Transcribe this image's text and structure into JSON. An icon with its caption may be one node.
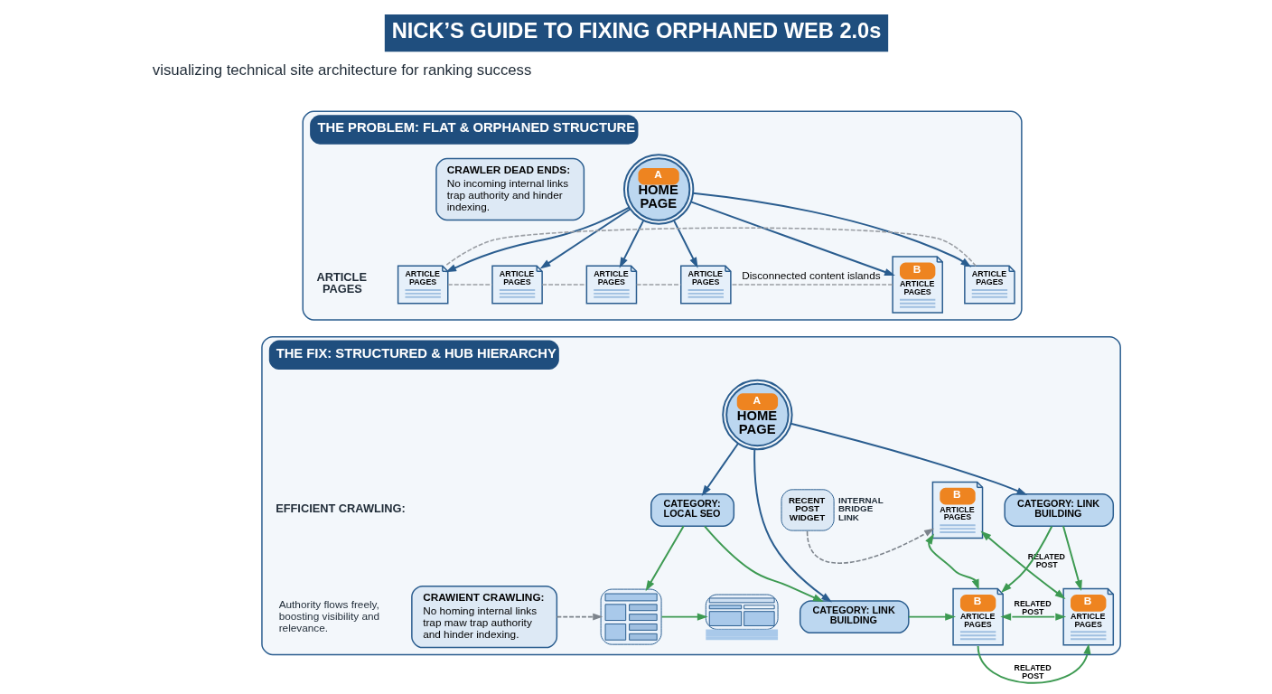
{
  "diagram": {
    "title": "NICK’S GUIDE TO FIXING ORPHANED WEB 2.0s",
    "nodes": [
      {
        "text": [
          "THE PROBLEM: FLAT & ORPHANED STRUCTURE"
        ]
      },
      {
        "text": [
          "A",
          "HOME PAGE"
        ],
        "in": 0
      },
      {
        "text": [
          "B",
          "ARTICLE PAGES"
        ],
        "in": 0
      },
      {
        "text": [
          "ARTICLE PAGES"
        ],
        "in": 0
      },
      {
        "text": [
          "ARTICLE PAGES"
        ],
        "in": 0
      },
      {
        "text": [
          "ARTICLE PAGES"
        ],
        "in": 0
      },
      {
        "text": [
          "ARTICLE PAGES"
        ],
        "in": 0
      },
      {
        "text": [
          "ARTICLE PAGES"
        ],
        "in": 0
      },
      {
        "text": [
          "CRAWLER DEAD ENDS:",
          "No incoming internal links trap authority and hinder indexing."
        ],
        "in": 0
      },
      {
        "text": [
          "THE FIX: STRUCTURED & HUB HIERARCHY"
        ]
      },
      {
        "text": [
          "A",
          "HOME PAGE"
        ],
        "in": 9
      },
      {
        "text": [
          "B",
          "ARTICLE PAGES"
        ],
        "in": 9
      },
      {
        "text": [
          "RECENT POST WIDGET"
        ],
        "in": 9,
        "beside": [
          "INTERNAL BRIDGE LINK"
        ]
      },
      {
        "text": [
          "CATEGORY: LOCAL SEO"
        ],
        "in": 9
      },
      {
        "text": [
          "CATEGORY: LINK BUILDING"
        ],
        "in": 9
      },
      {
        "text": [
          "CRAWIENT CRAWLING:",
          "No homing internal links trap maw trap authority and hinder indexing."
        ],
        "in": 9
      },
      {
        "text": [],
        "shape": "picture",
        "in": 9
      },
      {
        "text": [],
        "shape": "picture",
        "in": 9
      },
      {
        "text": [
          "CATEGORY: LINK BUILDING"
        ],
        "in": 9
      },
      {
        "text": [
          "B",
          "ARTICLE PAGES"
        ],
        "in": 9
      },
      {
        "text": [
          "B",
          "ARTICLE PAGES"
        ],
        "in": 9
      }
    ],
    "edges": [
      {
        "from": 1,
        "to": 2,
        "arrow": "to",
        "color": "#2a5d8f"
      },
      {
        "from": 1,
        "to": 3,
        "arrow": "to",
        "color": "#2a5d8f"
      },
      {
        "from": 1,
        "to": 4,
        "arrow": "to",
        "color": "#2a5d8f"
      },
      {
        "from": 1,
        "to": 5,
        "arrow": "to",
        "color": "#2a5d8f"
      },
      {
        "from": 1,
        "to": 6,
        "arrow": "to",
        "color": "#2a5d8f"
      },
      {
        "from": 1,
        "to": 7,
        "arrow": "to",
        "color": "#2a5d8f"
      },
      {
        "from": 3,
        "to": 4,
        "arrow": "none",
        "style": "dashed",
        "color": "#9a9ea4"
      },
      {
        "from": 4,
        "to": 5,
        "arrow": "none",
        "style": "dashed",
        "color": "#9a9ea4"
      },
      {
        "from": 5,
        "to": 6,
        "arrow": "none",
        "style": "dashed",
        "color": "#9a9ea4"
      },
      {
        "from": 6,
        "to": 7,
        "arrow": "none",
        "style": "dashed",
        "color": "#9a9ea4"
      },
      {
        "from": 2,
        "to": 7,
        "arrow": "none",
        "label": "Disconnected content islands",
        "style": "dashed",
        "color": "#9a9ea4"
      },
      {
        "from": 10,
        "to": 13,
        "arrow": "to",
        "color": "#2a5d8f"
      },
      {
        "from": 10,
        "to": 18,
        "arrow": "to",
        "color": "#2a5d8f"
      },
      {
        "from": 10,
        "to": 14,
        "arrow": "to",
        "color": "#2a5d8f"
      },
      {
        "from": 13,
        "to": 16,
        "arrow": "to"
      },
      {
        "from": 16,
        "to": 17,
        "arrow": "to"
      },
      {
        "from": 13,
        "to": 18,
        "arrow": "to"
      },
      {
        "from": 15,
        "to": 16,
        "arrow": "to",
        "style": "dashed",
        "color": "#7d848c"
      },
      {
        "from": 18,
        "to": 19,
        "arrow": "to"
      },
      {
        "from": 14,
        "to": 19,
        "arrow": "to"
      },
      {
        "from": 14,
        "to": 20,
        "arrow": "to"
      },
      {
        "from": 11,
        "to": 19,
        "arrow": "both"
      },
      {
        "from": 11,
        "to": 20,
        "arrow": "both",
        "label": "RELATED POST"
      },
      {
        "from": 19,
        "to": 20,
        "arrow": "both",
        "label": "RELATED POST"
      },
      {
        "from": 19,
        "to": 20,
        "arrow": "to",
        "label": "RELATED POST"
      },
      {
        "from": 12,
        "to": 11,
        "arrow": "to",
        "style": "dashed",
        "color": "#7d848c"
      }
    ],
    "labels": [
      "visualizing technical site architecture for ranking success",
      "ARTICLE PAGES",
      "EFFICIENT CRAWLING:",
      "Authority flows freely, boosting visibility and relevance."
    ]
  }
}
